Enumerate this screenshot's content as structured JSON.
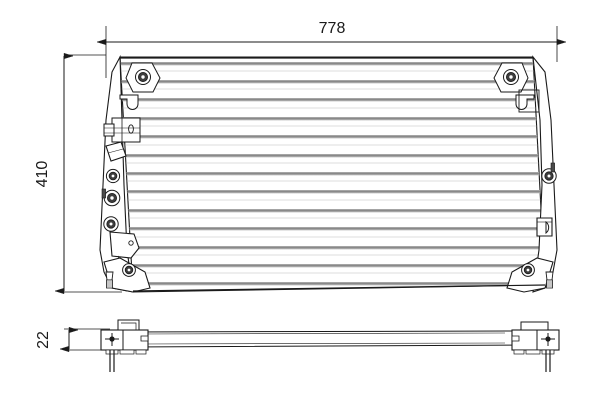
{
  "drawing": {
    "type": "engineering-dimension-drawing",
    "subject": "air-conditioning-condenser",
    "units": "mm",
    "views": [
      {
        "name": "front-view",
        "label": ""
      },
      {
        "name": "top-section-view",
        "label": ""
      }
    ],
    "dimensions": {
      "width": {
        "value": "778",
        "orientation": "horizontal",
        "position": "top"
      },
      "height": {
        "value": "410",
        "orientation": "vertical-rotated",
        "position": "left"
      },
      "depth": {
        "value": "22",
        "orientation": "vertical-rotated",
        "position": "left-lower"
      }
    },
    "colors": {
      "line": "#1a1a1a",
      "tube": "#9a9a9a",
      "background": "#ffffff",
      "fill_light": "#f2f2f2",
      "fill_dark": "#4a4a4a"
    },
    "core": {
      "tube_rows": 13,
      "left_bracket": "mounting-bracket-left",
      "right_bracket": "mounting-bracket-right",
      "ports": [
        "inlet-port-left",
        "outlet-port-right"
      ],
      "grommets": 4,
      "bolt_holes": 4,
      "mounting_studs": 2
    }
  }
}
